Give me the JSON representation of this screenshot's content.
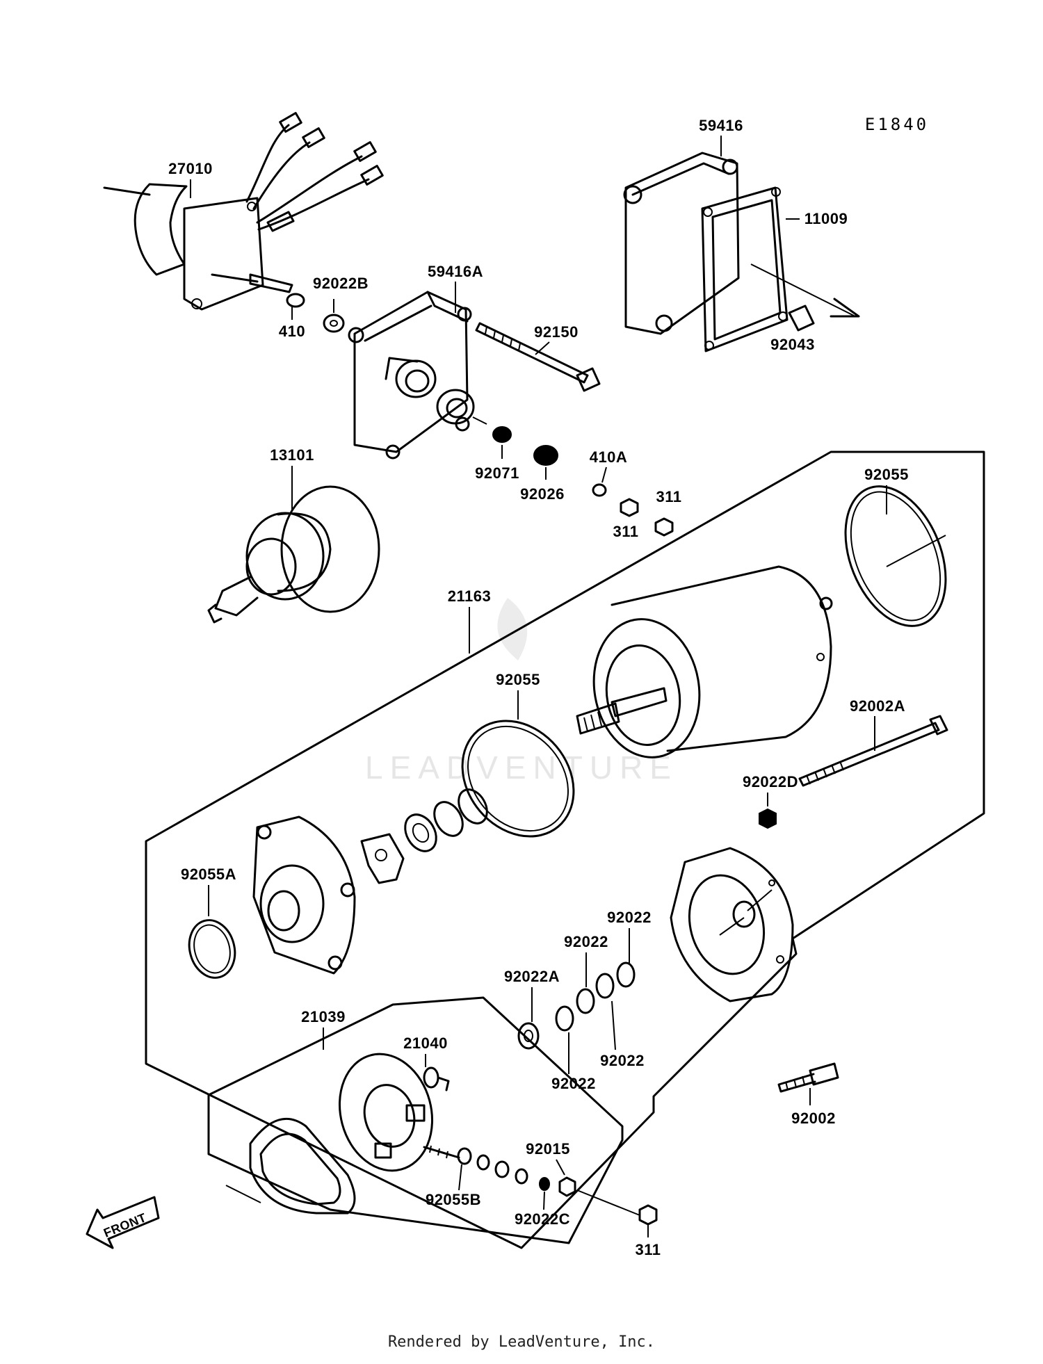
{
  "diagram": {
    "drawing_code": "E1840",
    "watermark": "LEADVENTURE",
    "front_label": "FRONT",
    "footer": "Rendered by LeadVenture, Inc.",
    "part_labels": {
      "p27010": "27010",
      "p410": "410",
      "p92022B": "92022B",
      "p59416A": "59416A",
      "p92150": "92150",
      "p59416": "59416",
      "p11009": "11009",
      "p92043": "92043",
      "p13101": "13101",
      "p92071": "92071",
      "p92026": "92026",
      "p410A": "410A",
      "p311a": "311",
      "p311b": "311",
      "p92055a": "92055",
      "p21163": "21163",
      "p92055b": "92055",
      "p92002A": "92002A",
      "p92022D": "92022D",
      "p92055A": "92055A",
      "p92022a": "92022",
      "p92022b": "92022",
      "p92022A": "92022A",
      "p92022c": "92022",
      "p92022d": "92022",
      "p21039": "21039",
      "p21040": "21040",
      "p92002": "92002",
      "p92015": "92015",
      "p92055B": "92055B",
      "p92022C": "92022C",
      "p311c": "311"
    }
  }
}
